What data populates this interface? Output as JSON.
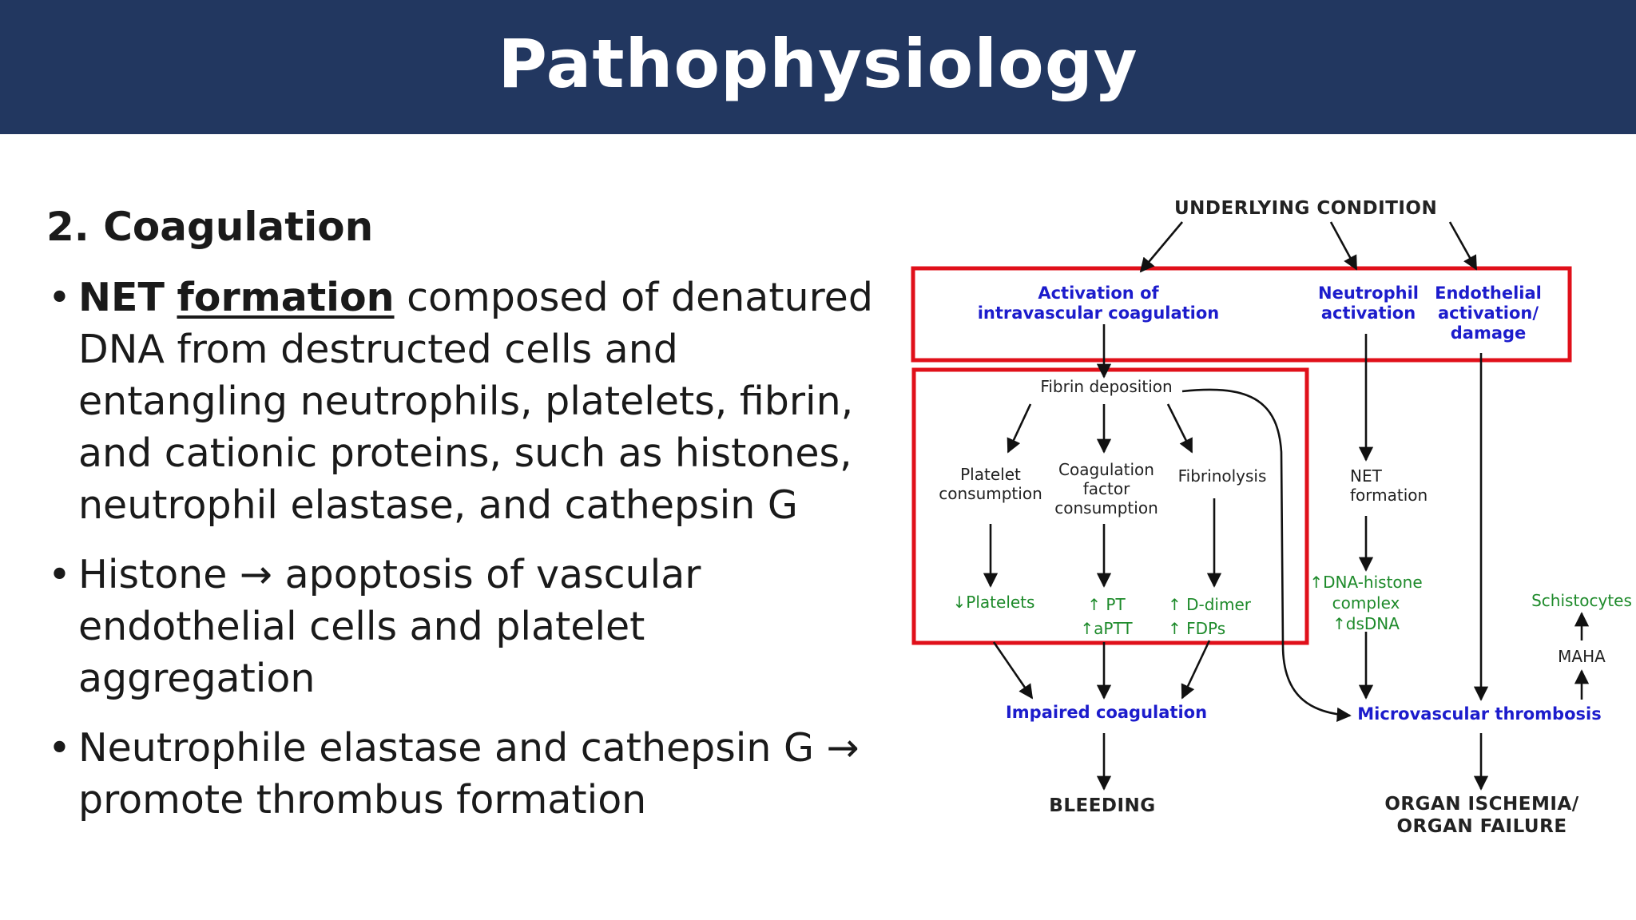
{
  "header": {
    "title": "Pathophysiology"
  },
  "content": {
    "heading": "2. Coagulation",
    "bullets": [
      {
        "bold": "NET",
        "underline": "formation",
        "rest": " composed of denatured DNA from destructed cells and entangling neutrophils, platelets, fibrin, and cationic proteins, such as histones, neutrophil elastase, and cathepsin G"
      },
      {
        "text": "Histone → apoptosis of vascular endothelial cells and platelet aggregation"
      },
      {
        "text": "Neutrophile elastase and cathepsin G → promote thrombus formation"
      }
    ]
  },
  "diagram": {
    "underlying": "UNDERLYING CONDITION",
    "activation_coag": "Activation of\nintravascular coagulation",
    "neutrophil_activation": "Neutrophil\nactivation",
    "endothelial": "Endothelial\nactivation/\ndamage",
    "fibrin_deposition": "Fibrin deposition",
    "platelet_consumption": "Platelet\nconsumption",
    "coag_factor_consumption": "Coagulation\nfactor\nconsumption",
    "fibrinolysis": "Fibrinolysis",
    "net_formation": "NET\nformation",
    "platelets_down": "↓Platelets",
    "pt_aptt": "↑ PT\n↑aPTT",
    "ddimer_fdps": "↑ D-dimer\n↑ FDPs",
    "dna_histone": "↑DNA-histone\ncomplex\n↑dsDNA",
    "schistocytes": "Schistocytes",
    "maha": "MAHA",
    "impaired_coag": "Impaired coagulation",
    "micro_thrombosis": "Microvascular thrombosis",
    "bleeding": "BLEEDING",
    "organ": "ORGAN ISCHEMIA/\nORGAN FAILURE"
  },
  "colors": {
    "header_bg": "#223760",
    "box_red": "#e0101a",
    "label_blue": "#1c1ccc",
    "label_green": "#1d8a2a"
  }
}
